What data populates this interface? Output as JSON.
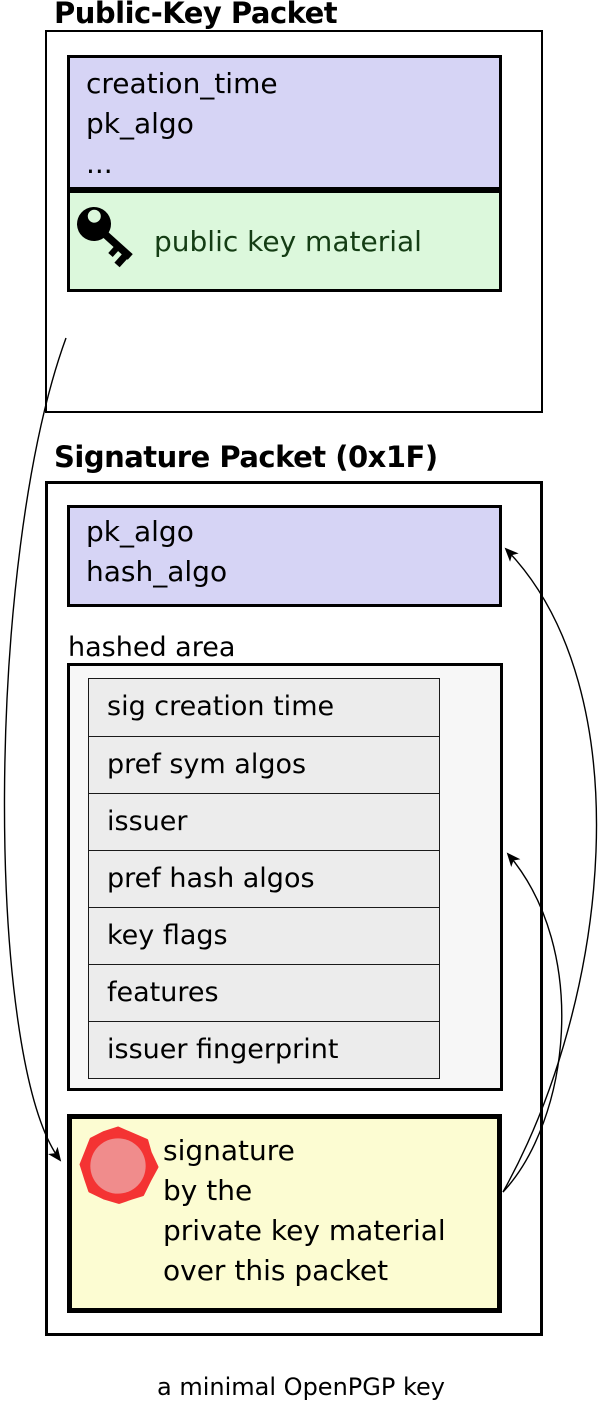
{
  "public_key_packet": {
    "title": "Public-Key Packet",
    "fields_box": {
      "lines": [
        "creation_time",
        "pk_algo",
        "..."
      ]
    },
    "material_box": {
      "icon": "key-icon",
      "label": "public key material"
    }
  },
  "signature_packet": {
    "title": "Signature Packet (0x1F)",
    "algo_box": {
      "lines": [
        "pk_algo",
        "hash_algo"
      ]
    },
    "hashed_area": {
      "label": "hashed area",
      "subpackets": [
        "sig creation time",
        "pref sym algos",
        "issuer",
        "pref hash algos",
        "key flags",
        "features",
        "issuer fingerprint"
      ]
    },
    "signature_box": {
      "icon": "seal-icon",
      "lines": [
        "signature",
        "by the",
        "private key material",
        "over this packet"
      ]
    }
  },
  "caption": "a minimal OpenPGP key",
  "colors": {
    "purple": "#d6d4f5",
    "green": "#dcf8dc",
    "green-text": "#143d14",
    "gray-bg": "#f7f7f7",
    "row-bg": "#ececec",
    "yellow": "#fcfcd2",
    "seal-red": "#f43333",
    "seal-inner": "#f08c8c",
    "line": "#000000"
  }
}
